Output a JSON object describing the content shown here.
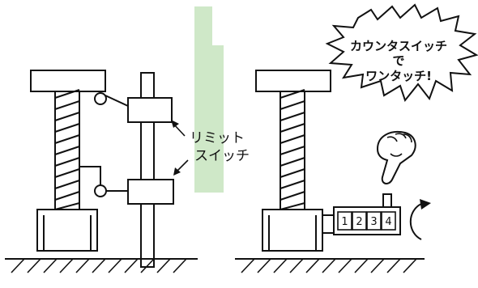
{
  "background_number": {
    "text": "1",
    "color": "#cfe8c8"
  },
  "left_diagram": {
    "callout_label_line1": "リミット",
    "callout_label_line2": "スイッチ"
  },
  "right_diagram": {
    "burst_line1": "カウンタスイッチ",
    "burst_line2": "で",
    "burst_line3": "ワンタッチ!",
    "counter_digits": [
      "1",
      "2",
      "3",
      "4"
    ],
    "icons": {
      "hand": "pointing-finger-icon",
      "rotate": "rotation-arrow-icon"
    }
  }
}
